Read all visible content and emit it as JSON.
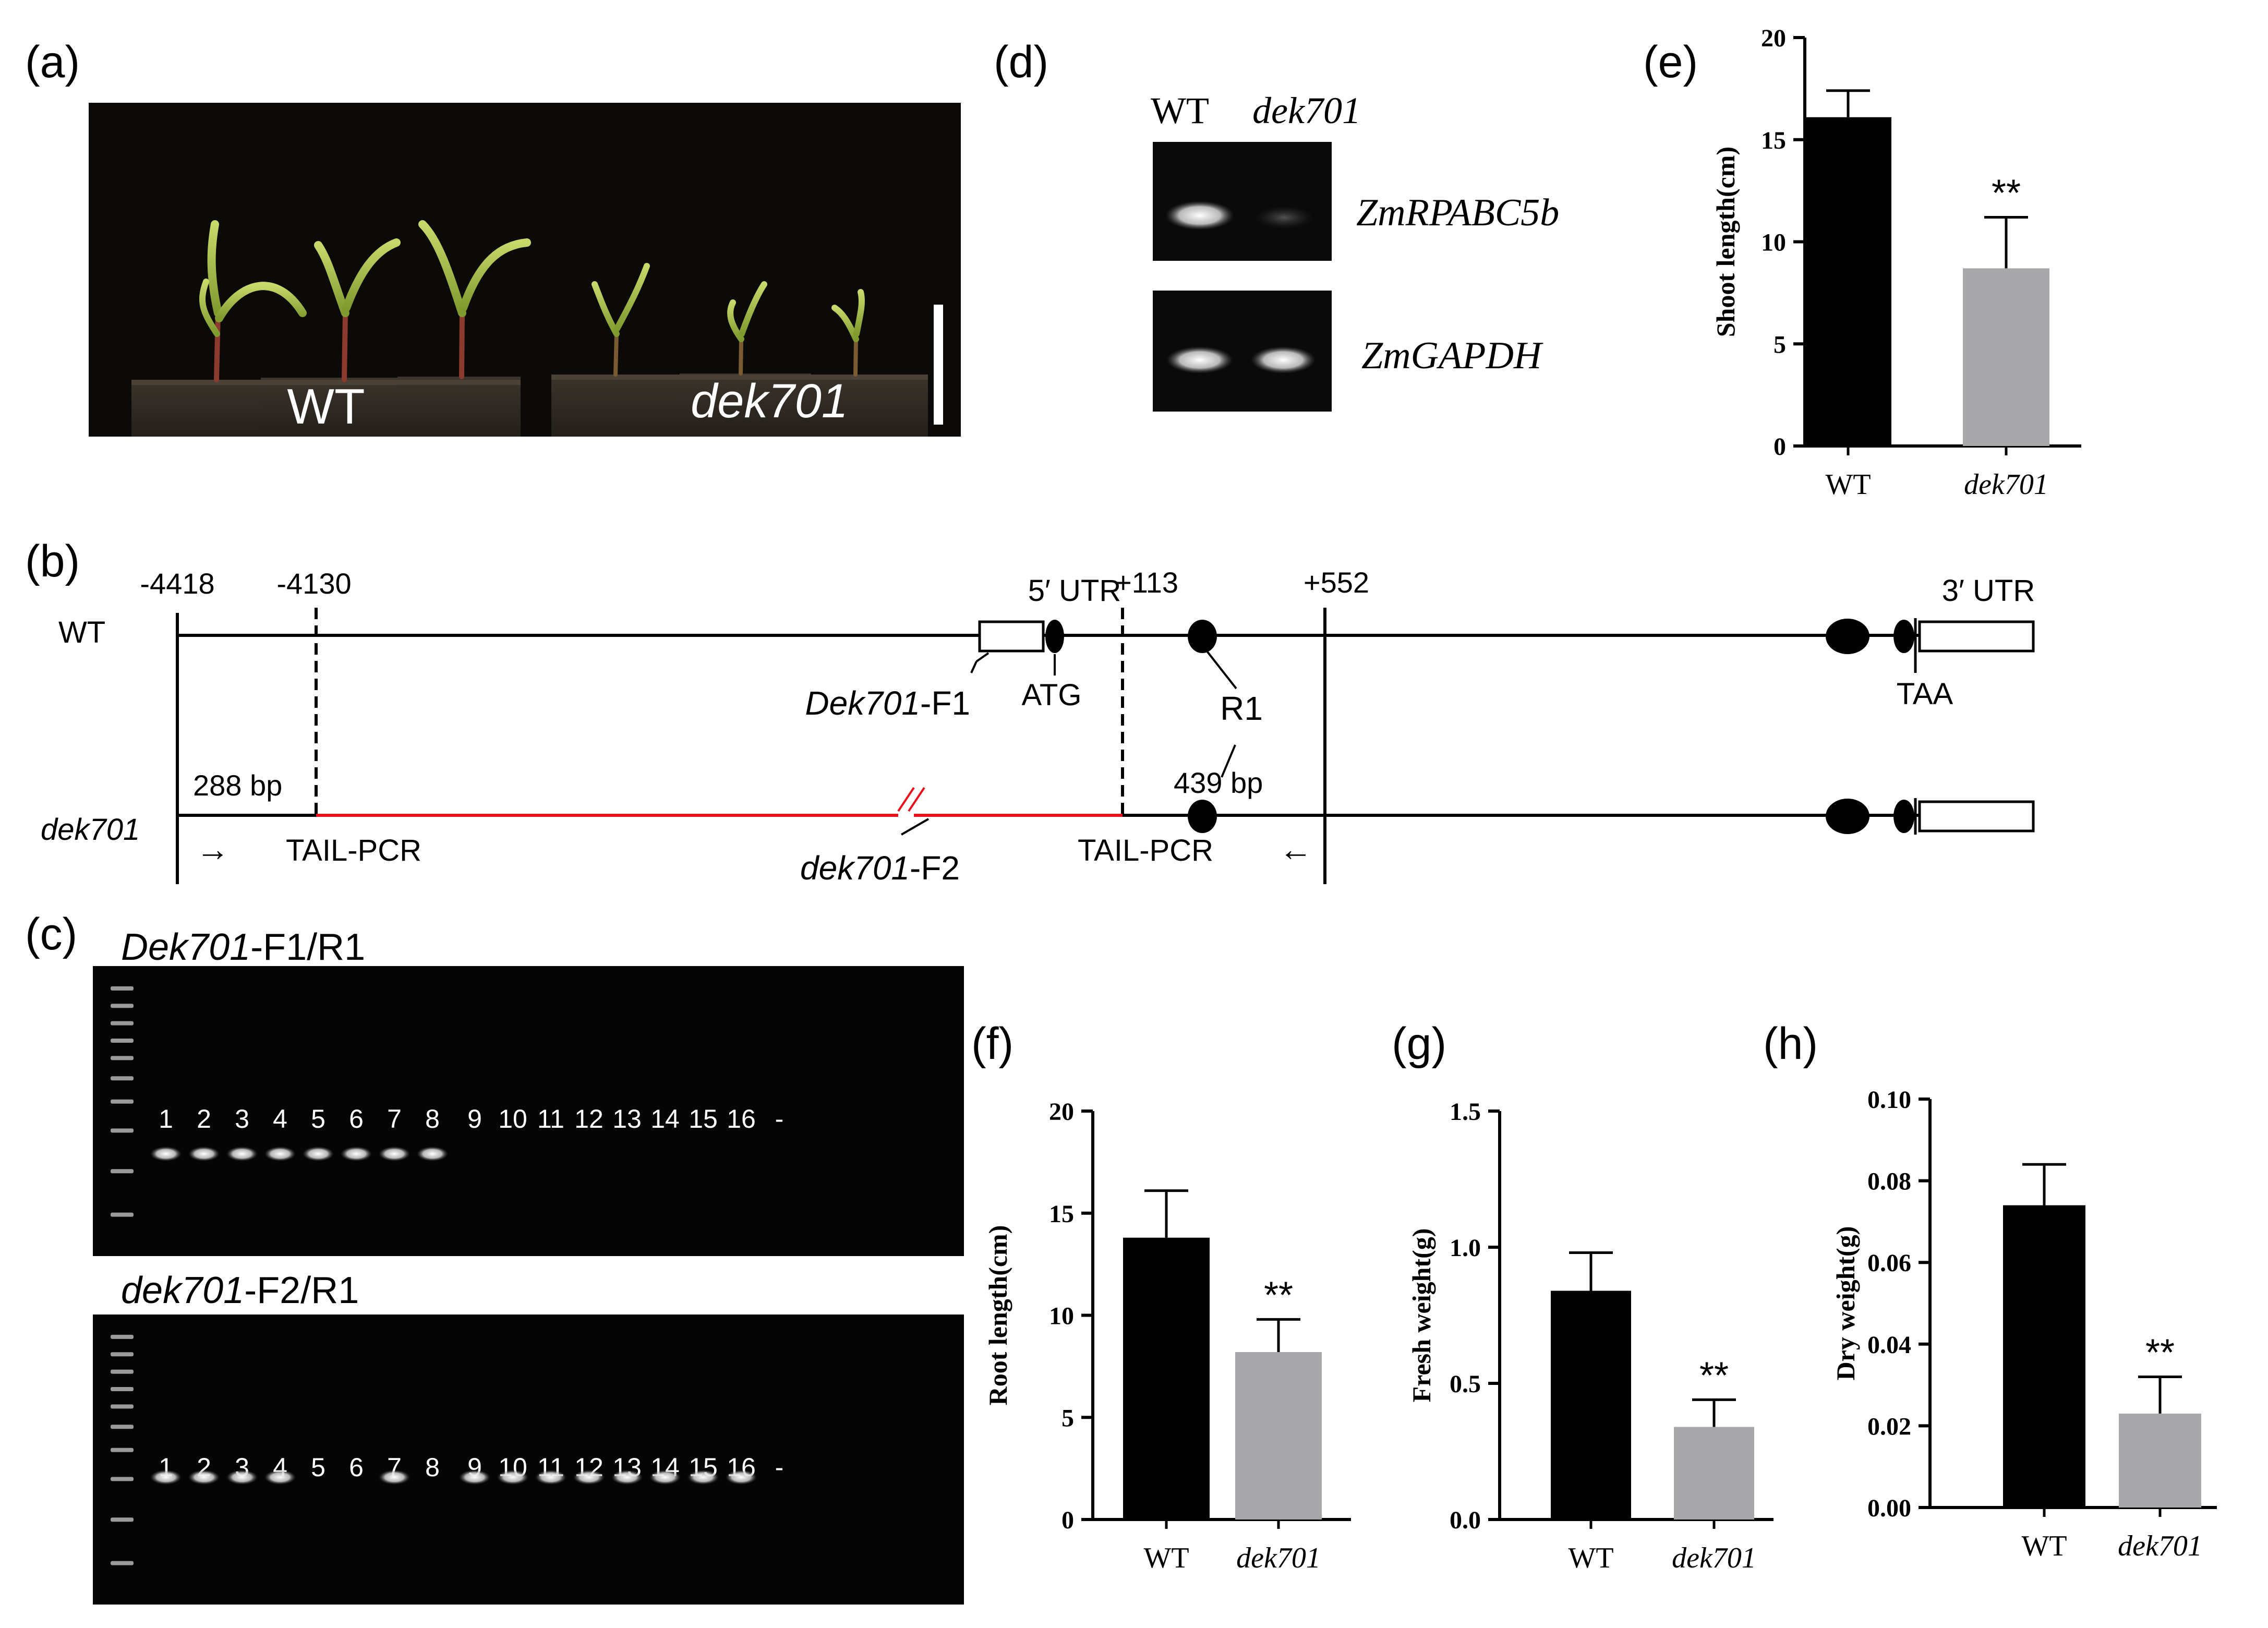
{
  "panels": {
    "a": {
      "label": "(a)",
      "wt_label": "WT",
      "mut_label": "dek701"
    },
    "b": {
      "label": "(b)",
      "positions": [
        "-4418",
        "-4130",
        "+113",
        "+552"
      ],
      "wt_row_label": "WT",
      "mut_row_label": "dek701",
      "utr5": "5′ UTR",
      "utr3": "3′ UTR",
      "atg": "ATG",
      "taa": "TAA",
      "r1": "R1",
      "f1_prefix": "Dek701",
      "f1_suffix": "-F1",
      "f2_prefix": "dek701",
      "f2_suffix": "-F2",
      "bp_left": "288 bp",
      "bp_right": "439 bp",
      "tail_left": "TAIL-PCR",
      "tail_right": "TAIL-PCR",
      "arrow_right": "→",
      "arrow_left": "←",
      "colors": {
        "insertion": "#e8101a",
        "line": "#000000"
      }
    },
    "c": {
      "label": "(c)",
      "gel1_prefix": "Dek701",
      "gel1_suffix": "-F1/R1",
      "gel2_prefix": "dek701",
      "gel2_suffix": "-F2/R1",
      "lanes": [
        "1",
        "2",
        "3",
        "4",
        "5",
        "6",
        "7",
        "8",
        "9",
        "10",
        "11",
        "12",
        "13",
        "14",
        "15",
        "16",
        "-"
      ],
      "gel1_band_present": [
        1,
        1,
        1,
        1,
        1,
        1,
        1,
        1,
        0,
        0,
        0,
        0,
        0,
        0,
        0,
        0,
        0
      ],
      "gel2_band_present": [
        1,
        1,
        1,
        1,
        0,
        0,
        1,
        0,
        1,
        1,
        1,
        1,
        1,
        1,
        1,
        1,
        0
      ]
    },
    "d": {
      "label": "(d)",
      "col_wt": "WT",
      "col_mut": "dek701",
      "gene1": "ZmRPABC5b",
      "gene2": "ZmGAPDH"
    }
  },
  "chart_data": [
    {
      "panel": "(e)",
      "type": "bar",
      "categories": [
        "WT",
        "dek701"
      ],
      "values": [
        16.1,
        8.7
      ],
      "errors": [
        1.3,
        2.5
      ],
      "significance": [
        "",
        "**"
      ],
      "ylabel": "Shoot length(cm)",
      "ylim": [
        0,
        20
      ],
      "yticks": [
        "0",
        "5",
        "10",
        "15",
        "20"
      ],
      "colors": [
        "#000000",
        "#a8a8ab"
      ]
    },
    {
      "panel": "(f)",
      "type": "bar",
      "categories": [
        "WT",
        "dek701"
      ],
      "values": [
        13.8,
        8.2
      ],
      "errors": [
        2.3,
        1.6
      ],
      "significance": [
        "",
        "**"
      ],
      "ylabel": "Root length(cm)",
      "ylim": [
        0,
        20
      ],
      "yticks": [
        "0",
        "5",
        "10",
        "15",
        "20"
      ],
      "colors": [
        "#000000",
        "#a8a8ab"
      ]
    },
    {
      "panel": "(g)",
      "type": "bar",
      "categories": [
        "WT",
        "dek701"
      ],
      "values": [
        0.84,
        0.34
      ],
      "errors": [
        0.14,
        0.1
      ],
      "significance": [
        "",
        "**"
      ],
      "ylabel": "Fresh weight(g)",
      "ylim": [
        0,
        1.5
      ],
      "yticks": [
        "0.0",
        "0.5",
        "1.0",
        "1.5"
      ],
      "colors": [
        "#000000",
        "#a8a8ab"
      ]
    },
    {
      "panel": "(h)",
      "type": "bar",
      "categories": [
        "WT",
        "dek701"
      ],
      "values": [
        0.074,
        0.023
      ],
      "errors": [
        0.01,
        0.009
      ],
      "significance": [
        "",
        "**"
      ],
      "ylabel": "Dry weight(g)",
      "ylim": [
        0,
        0.1
      ],
      "yticks": [
        "0.00",
        "0.02",
        "0.04",
        "0.06",
        "0.08",
        "0.10"
      ],
      "colors": [
        "#000000",
        "#a8a8ab"
      ]
    }
  ]
}
